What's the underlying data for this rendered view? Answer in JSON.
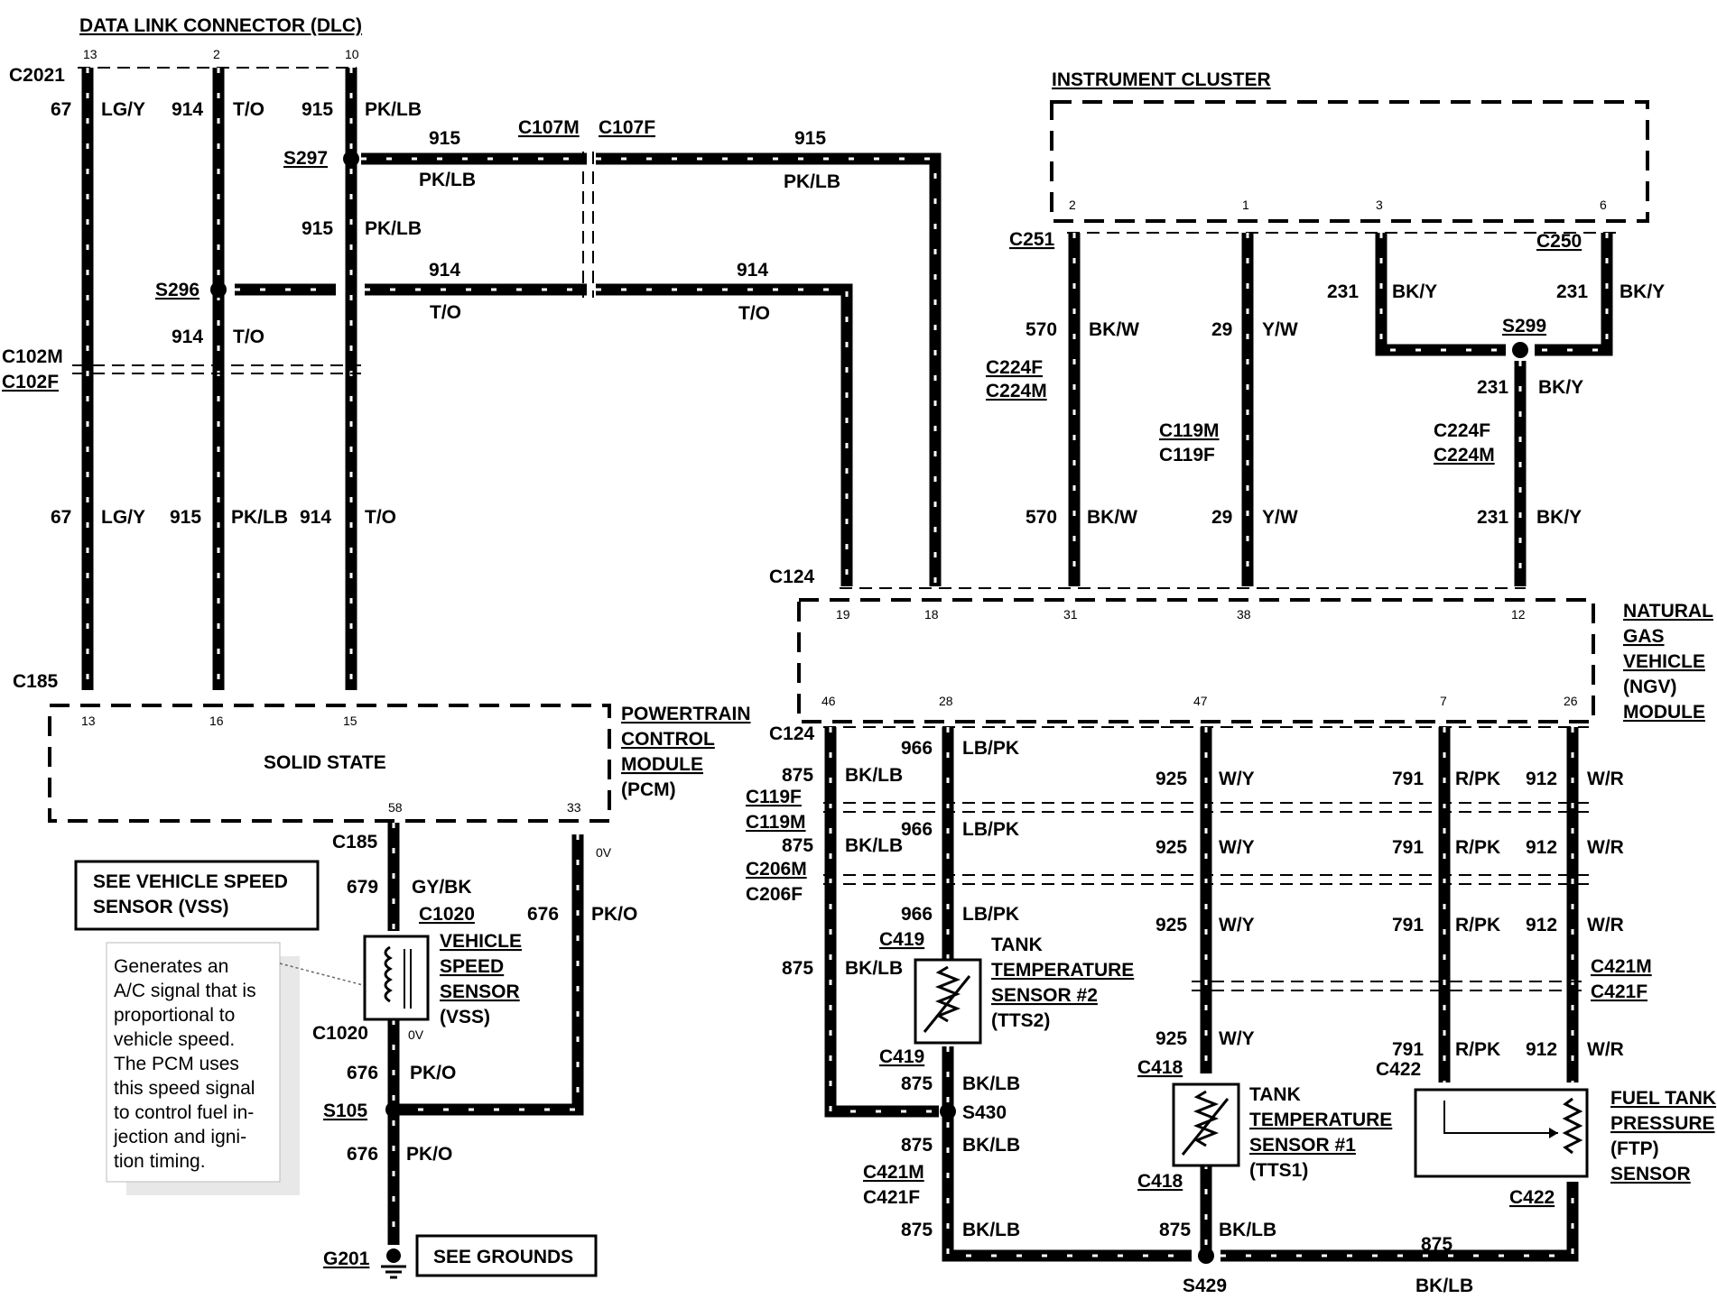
{
  "title": "DATA LINK CONNECTOR (DLC)",
  "connectors": {
    "c2021": "C2021",
    "c102m": "C102M",
    "c102f": "C102F",
    "c185_top": "C185",
    "c185_bot": "C185",
    "c107m": "C107M",
    "c107f": "C107F",
    "c124_top": "C124",
    "c124_bot": "C124",
    "c251": "C251",
    "c250": "C250",
    "c224f_a": "C224F",
    "c224m_a": "C224M",
    "c119m_a": "C119M",
    "c119f_a": "C119F",
    "c224f_b": "C224F",
    "c224m_b": "C224M",
    "c119f_b": "C119F",
    "c119m_b": "C119M",
    "c206m": "C206M",
    "c206f": "C206F",
    "c419_a": "C419",
    "c419_b": "C419",
    "c421m_a": "C421M",
    "c421f_a": "C421F",
    "c421m_b": "C421M",
    "c421f_b": "C421F",
    "c418_a": "C418",
    "c418_b": "C418",
    "c422_a": "C422",
    "c422_b": "C422",
    "c1020_a": "C1020",
    "c1020_b": "C1020"
  },
  "splices": {
    "s297": "S297",
    "s296": "S296",
    "s299": "S299",
    "s105": "S105",
    "s430": "S430",
    "s429": "S429",
    "g201": "G201"
  },
  "modules": {
    "instrument_cluster": "INSTRUMENT CLUSTER",
    "pcm_title": [
      "POWERTRAIN",
      "CONTROL",
      "MODULE",
      "(PCM)"
    ],
    "pcm_inner": "SOLID STATE",
    "ngv_title": [
      "NATURAL",
      "GAS",
      "VEHICLE",
      "(NGV)",
      "MODULE"
    ],
    "vss": [
      "VEHICLE",
      "SPEED",
      "SENSOR",
      "(VSS)"
    ],
    "tts2": [
      "TANK",
      "TEMPERATURE",
      "SENSOR #2",
      "(TTS2)"
    ],
    "tts1": [
      "TANK",
      "TEMPERATURE",
      "SENSOR #1",
      "(TTS1)"
    ],
    "ftp": [
      "FUEL TANK",
      "PRESSURE",
      "(FTP)",
      "SENSOR"
    ]
  },
  "references": {
    "see_vss": [
      "SEE VEHICLE SPEED",
      "SENSOR (VSS)"
    ],
    "see_grounds": "SEE GROUNDS"
  },
  "note": [
    "Generates an",
    "A/C signal that is",
    "proportional to",
    "vehicle speed.",
    "The PCM uses",
    "this speed signal",
    "to control fuel in-",
    "jection and igni-",
    "tion timing."
  ],
  "pins": {
    "dlc": [
      "13",
      "2",
      "10"
    ],
    "pcm": [
      "13",
      "16",
      "15",
      "58",
      "33"
    ],
    "ic": [
      "2",
      "1",
      "3",
      "6"
    ],
    "ngv_top": [
      "19",
      "18",
      "31",
      "38",
      "12"
    ],
    "ngv_bot": [
      "46",
      "28",
      "47",
      "7",
      "26"
    ]
  },
  "voltages": {
    "v1": "0V",
    "v2": "0V"
  },
  "wires": {
    "w67": "67",
    "lgy": "LG/Y",
    "w914": "914",
    "to": "T/O",
    "w915": "915",
    "pklb": "PK/LB",
    "w570": "570",
    "bkw": "BK/W",
    "w29": "29",
    "yw": "Y/W",
    "w231": "231",
    "bky": "BK/Y",
    "w679": "679",
    "gybk": "GY/BK",
    "w676": "676",
    "pko": "PK/O",
    "w875": "875",
    "bklb": "BK/LB",
    "w966": "966",
    "lbpk": "LB/PK",
    "w925": "925",
    "wy": "W/Y",
    "w791": "791",
    "rpk": "R/PK",
    "w912": "912",
    "wr": "W/R"
  }
}
